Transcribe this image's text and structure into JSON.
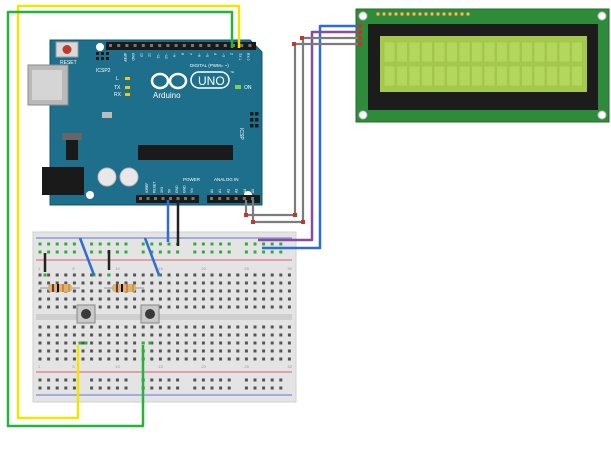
{
  "arduino": {
    "reset_label": "RESET",
    "icsp2_label": "ICSP2",
    "brand_name": "Arduino",
    "model": "UNO",
    "tm": "™",
    "on_label": "ON",
    "led_l": "L",
    "led_tx": "TX",
    "led_rx": "RX",
    "icsp_label": "ICSP",
    "digital_label": "DIGITAL (PWM= ~)",
    "power_label": "POWER",
    "analog_label": "ANALOG IN",
    "header_top_pins": [
      "AREF",
      "GND",
      "13",
      "12",
      "~11",
      "~10",
      "~9",
      "8",
      "7",
      "~6",
      "~5",
      "4",
      "~3",
      "2",
      "TX 1",
      "RX 0"
    ],
    "power_pins": [
      "IOREF",
      "RESET",
      "3V3",
      "5V",
      "GND",
      "GND",
      "Vin"
    ],
    "analog_pins": [
      "A0",
      "A1",
      "A2",
      "A3",
      "A4",
      "A5"
    ]
  },
  "breadboard": {
    "col_numbers": [
      "1",
      "5",
      "10",
      "15",
      "20",
      "25",
      "30"
    ]
  },
  "colors": {
    "board_blue": "#1e6f8c",
    "lcd_pcb": "#2e8b3a",
    "lcd_screen": "#a5c94a",
    "wire_yellow": "#f2e600",
    "wire_green": "#25b33a",
    "wire_blue": "#2d6fd1",
    "wire_purple": "#8a4aa0",
    "wire_gray": "#7c7c7c",
    "wire_black": "#222222",
    "rail_red": "#d03b3b",
    "rail_blue": "#3b4fd0"
  }
}
